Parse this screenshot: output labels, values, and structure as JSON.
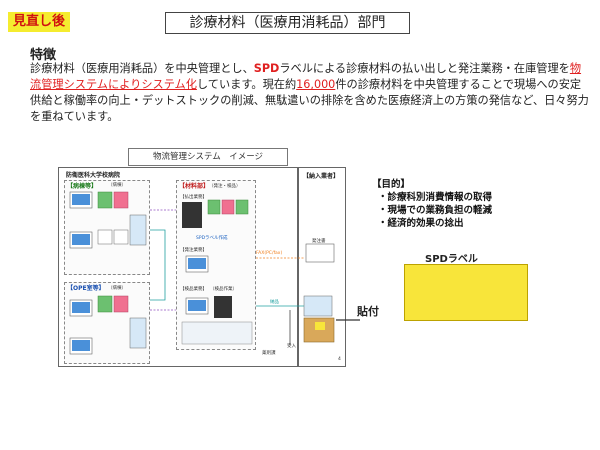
{
  "badge": "見直し後",
  "page_title": "診療材料（医療用消耗品）部門",
  "features": {
    "heading": "特徴",
    "p1": "診療材料（医療用消耗品）を中央管理とし、",
    "spd": "SPD",
    "p2": "ラベルによる診療材料の払い出しと発注業務・在庫管理を",
    "systemized": "物流管理システムによりシステム化",
    "p3": "しています。現在約",
    "count": "16,000",
    "p4": "件の診療材料を中央管理することで現場への安定供給と稼働率の向上・デットストックの削減、無駄遣いの排除を含めた医療経済上の方策の発信など、日々努力を重ねています。"
  },
  "diagram": {
    "title": "物流管理システム　イメージ",
    "hospital_label": "防衛医科大学校病院",
    "vendor_label": "【納入業者】",
    "ward_label": "【病棟等】",
    "ope_label": "【OPE室等】",
    "materials_label": "【材料部】",
    "small_labels": {
      "ward_sub": "（病棟）",
      "ope_sub": "（病棟）",
      "mat_sub": "（発注・検品）",
      "payout": "【払出業務】",
      "order": "【発注業務】",
      "inspect": "【検品業務】",
      "inspect_sub": "（検品作業）",
      "spd_print": "SPDラベル作成",
      "fax": "FAX(PC/fax)",
      "order_slip": "発注書",
      "delivery": "納品",
      "medical": "医療課",
      "pharmacy": "薬剤課",
      "page_num": "4",
      "receive": "受入"
    }
  },
  "goals": {
    "heading": "【目的】",
    "items": [
      "・診療科別消費情報の取得",
      "・現場での業務負担の軽減",
      "・経済的効果の捻出"
    ]
  },
  "spd_label_title": "SPDラベル",
  "paste_label": "貼付",
  "colors": {
    "badge_bg": "#f5ec2f",
    "badge_text": "#d01010",
    "accent_red": "#e02020",
    "label_yellow": "#f8e53a",
    "arrow_orange": "#f08020",
    "arrow_teal": "#20a0a0",
    "arrow_purple": "#9050c0",
    "sheet_green": "#6cc070",
    "sheet_pink": "#f07090"
  }
}
